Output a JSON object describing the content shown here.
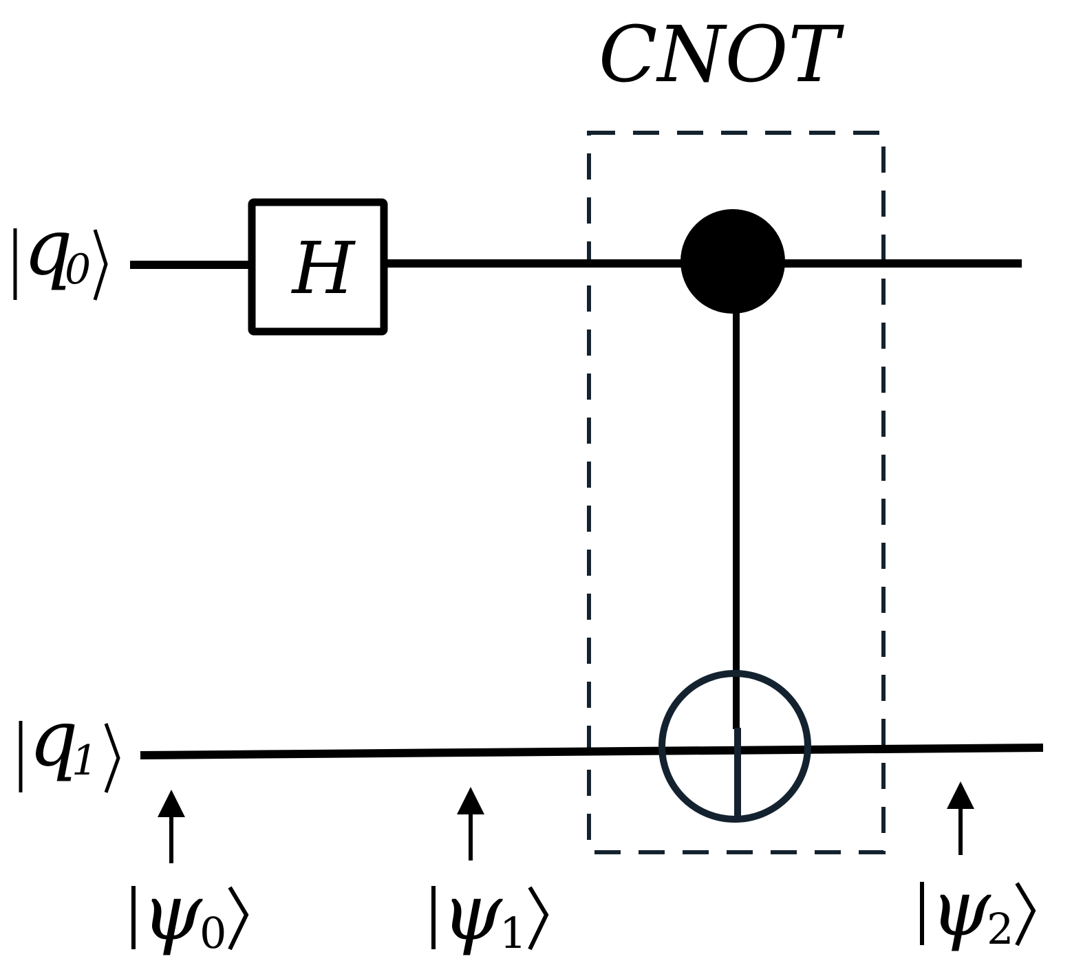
{
  "gate_group": {
    "label": "CNOT",
    "color": "#13222e"
  },
  "qubits": [
    {
      "label": "q",
      "index": "0"
    },
    {
      "label": "q",
      "index": "1"
    }
  ],
  "gates": {
    "hadamard": {
      "label": "H"
    }
  },
  "states": [
    {
      "symbol": "ψ",
      "index": "0"
    },
    {
      "symbol": "ψ",
      "index": "1"
    },
    {
      "symbol": "ψ",
      "index": "2"
    }
  ],
  "colors": {
    "wire": "#000000",
    "target": "#13222e"
  }
}
